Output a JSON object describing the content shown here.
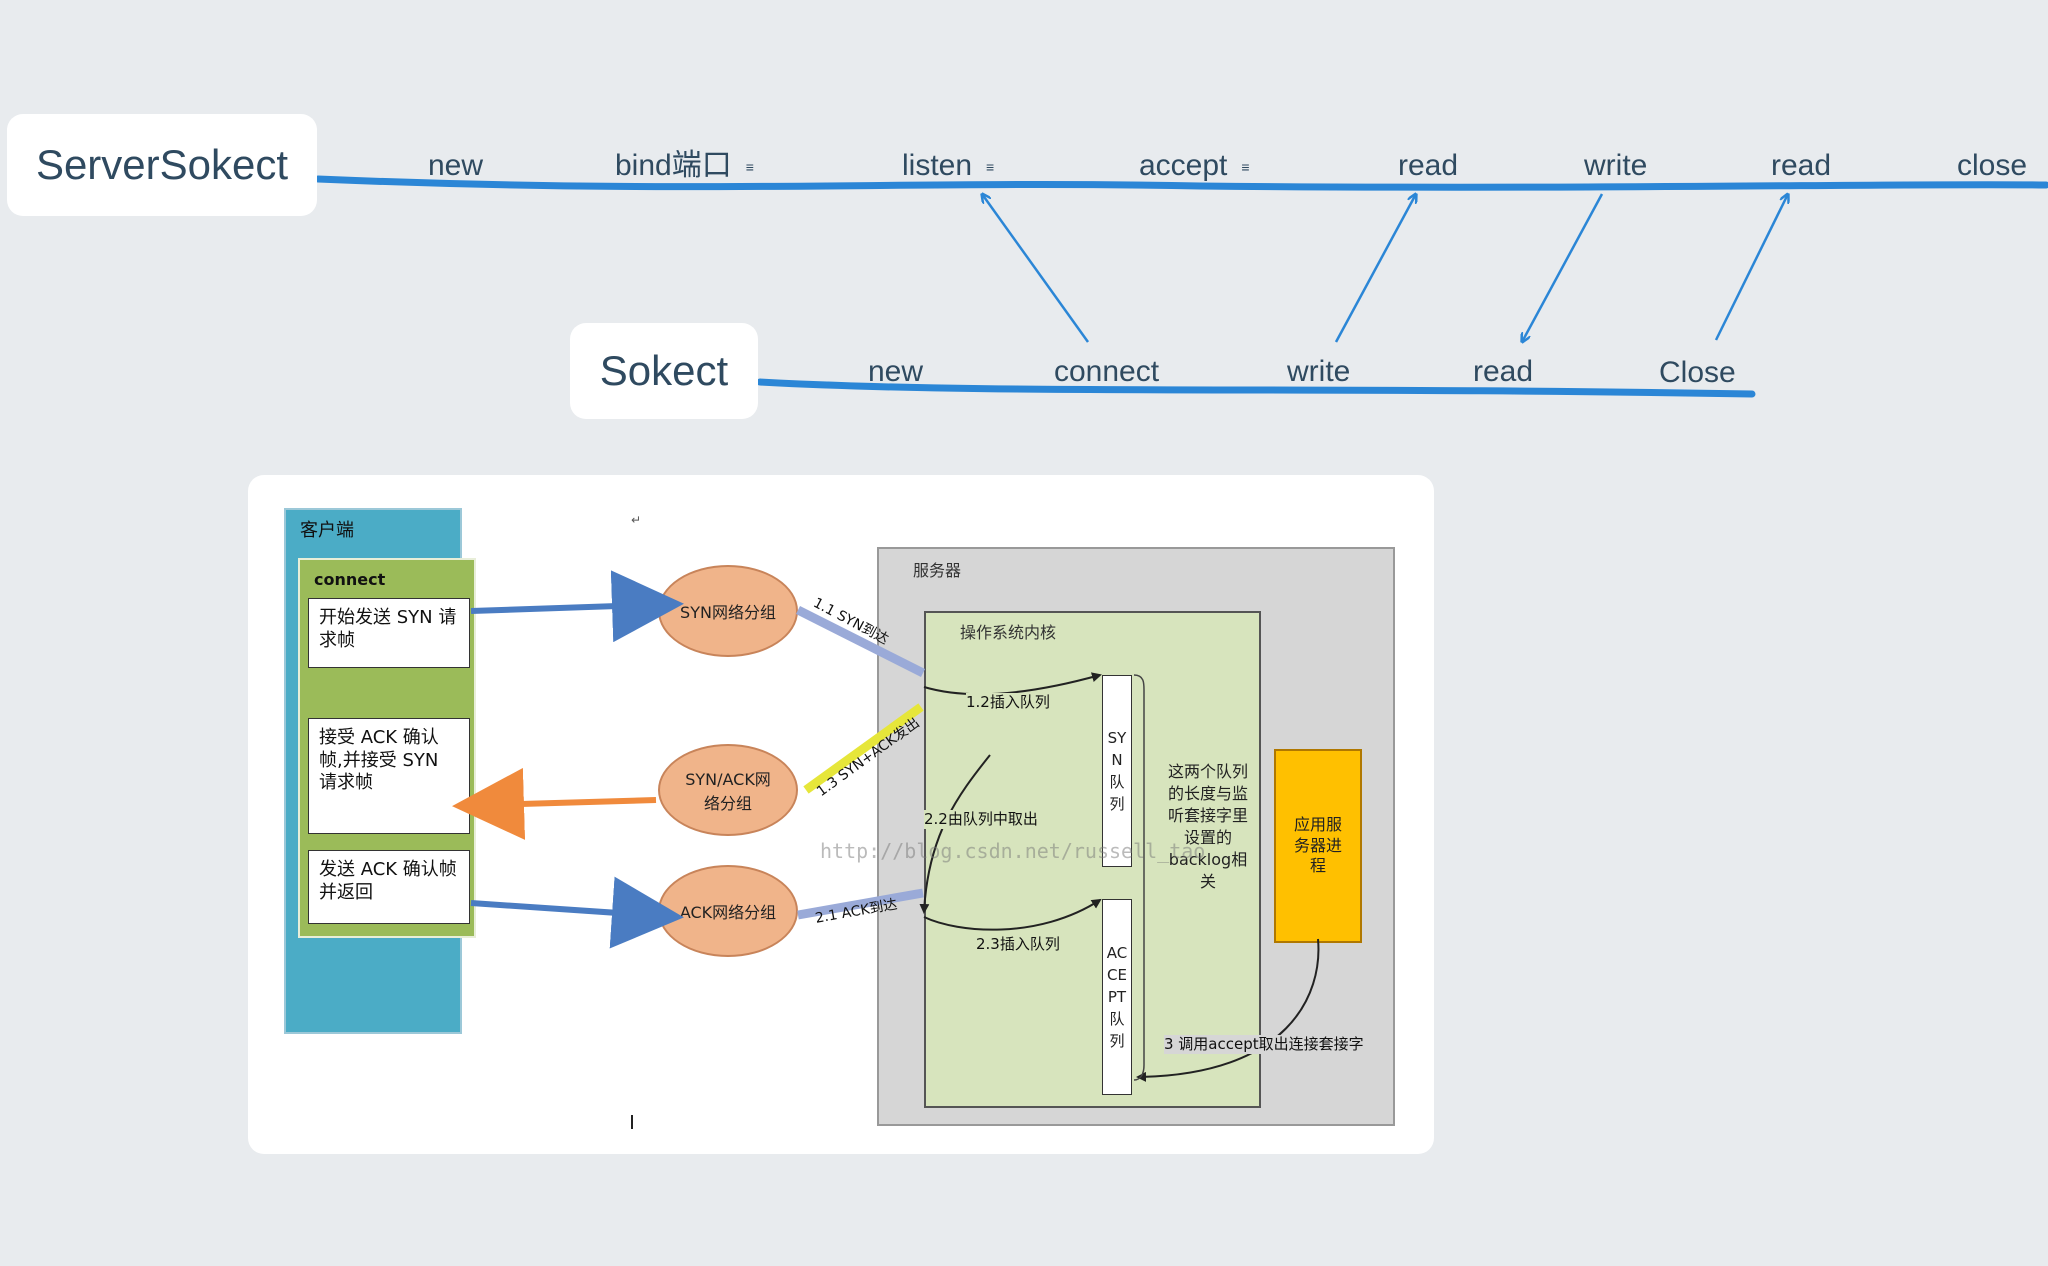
{
  "server": {
    "title": "ServerSokect",
    "steps": [
      "new",
      "bind端口",
      "listen",
      "accept",
      "read",
      "write",
      "read",
      "close"
    ]
  },
  "client": {
    "title": "Sokect",
    "steps": [
      "new",
      "connect",
      "write",
      "read",
      "Close"
    ]
  },
  "figure": {
    "client_title": "客户端",
    "connect_label": "connect",
    "client_steps": [
      "开始发送 SYN 请求帧",
      "接受 ACK 确认帧,并接受 SYN 请求帧",
      "发送 ACK 确认帧并返回"
    ],
    "packets": [
      "SYN网络分组",
      "SYN/ACK网络分组",
      "ACK网络分组"
    ],
    "server_title": "服务器",
    "kernel_title": "操作系统内核",
    "syn_queue": "SYN队列",
    "accept_queue": "ACCEPT队列",
    "arrow_labels": {
      "a11": "1.1 SYN到达",
      "a12": "1.2插入队列",
      "a13": "1.3 SYN+ACK发出",
      "a21": "2.1 ACK到达",
      "a22": "2.2由队列中取出",
      "a23": "2.3插入队列",
      "a3": "3 调用accept取出连接套接字"
    },
    "backlog_note": "这两个队列的长度与监听套接字里设置的backlog相关",
    "app_process": "应用服务器进程",
    "watermark": "http://blog.csdn.net/russell_tao"
  }
}
